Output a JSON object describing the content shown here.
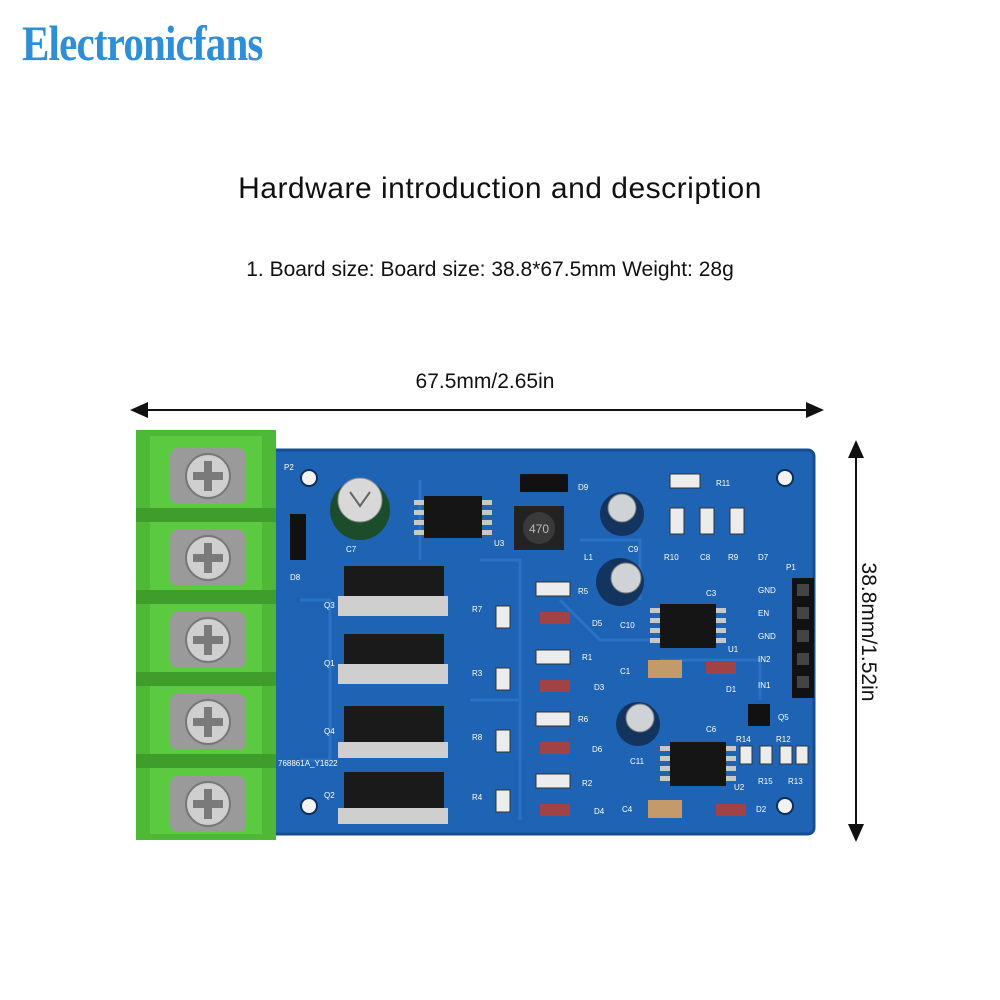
{
  "brand": "Electronicfans",
  "heading": "Hardware introduction and description",
  "description": "1. Board size: Board size: 38.8*67.5mm Weight: 28g",
  "dimension_width": "67.5mm/2.65in",
  "dimension_height": "38.8mm/1.52in",
  "board": {
    "pcb_color": "#1e63b4",
    "terminal_color": "#52c13a",
    "pin_labels": [
      "GND",
      "EN",
      "GND",
      "IN2",
      "IN1"
    ],
    "connector_labels": [
      "P2",
      "P1"
    ],
    "mosfet_labels": [
      "Q3",
      "Q1",
      "Q4",
      "Q2"
    ],
    "resistor_left": [
      "R7",
      "R3",
      "R8",
      "R4"
    ],
    "resistor_mid": [
      "R5",
      "R1",
      "R6",
      "R2"
    ],
    "diode_labels": [
      "D5",
      "D3",
      "D6",
      "D4"
    ],
    "top_labels": [
      "D9",
      "R11",
      "L1",
      "C9",
      "R10",
      "C8",
      "R9",
      "D7",
      "U3",
      "C7",
      "D8"
    ],
    "driver_labels": [
      "C3",
      "C10",
      "U1",
      "C1",
      "D1",
      "C6",
      "C11",
      "U2",
      "C4",
      "D2",
      "Q5",
      "R14",
      "R12",
      "R15",
      "R13"
    ],
    "inductor_marking": "470",
    "pcb_code": "768861A_Y1622"
  }
}
